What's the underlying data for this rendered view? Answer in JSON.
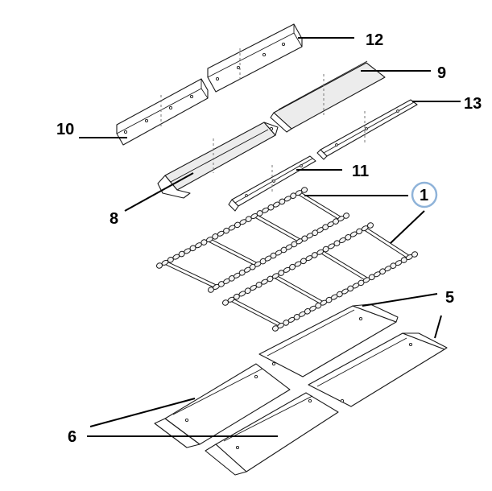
{
  "diagram": {
    "callouts": {
      "c1": "1",
      "c5": "5",
      "c6": "6",
      "c8": "8",
      "c9": "9",
      "c10": "10",
      "c11": "11",
      "c12": "12",
      "c13": "13"
    },
    "highlight_color": "#8fb3d9"
  }
}
